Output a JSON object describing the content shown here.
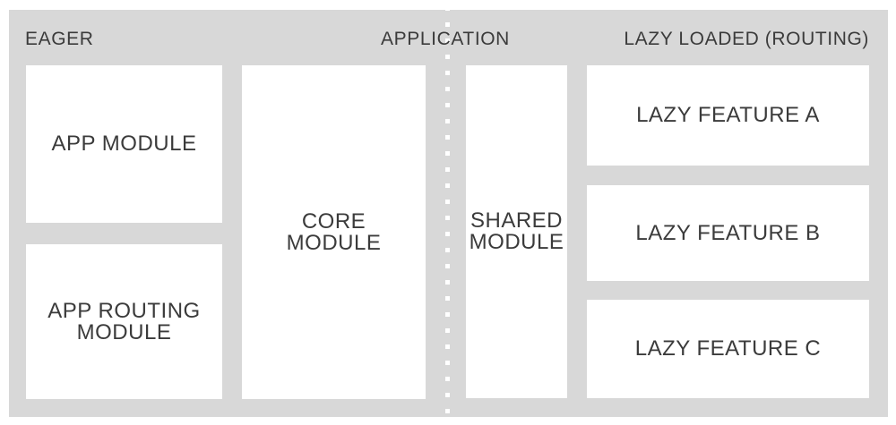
{
  "colors": {
    "panel": "#d8d8d8",
    "box": "#ffffff",
    "text": "#3b3b3b",
    "divider_dots": "#ffffff"
  },
  "headers": {
    "eager": "EAGER",
    "application": "APPLICATION",
    "lazy_loaded": "LAZY LOADED (ROUTING)"
  },
  "modules": {
    "app": "APP MODULE",
    "app_routing": "APP ROUTING\nMODULE",
    "core": "CORE\nMODULE",
    "shared": "SHARED\nMODULE",
    "lazy_feature_a": "LAZY FEATURE A",
    "lazy_feature_b": "LAZY FEATURE B",
    "lazy_feature_c": "LAZY FEATURE C"
  }
}
